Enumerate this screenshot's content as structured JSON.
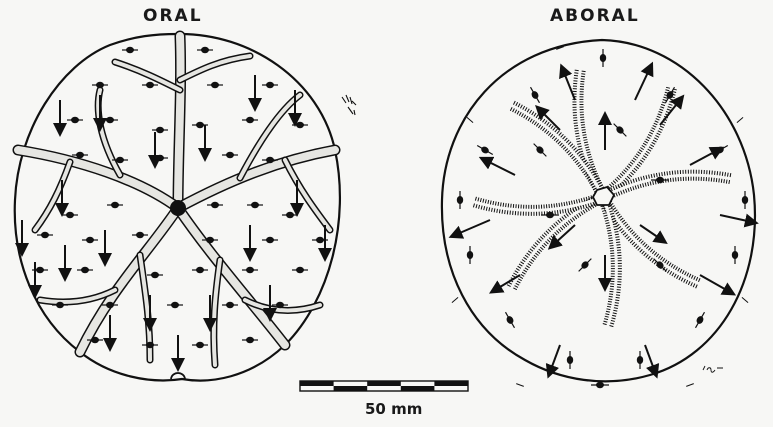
{
  "oral_view": {
    "title": "ORAL"
  },
  "aboral_view": {
    "title": "ABORAL"
  },
  "scale_bar": {
    "label": "50 mm",
    "segments": 5
  },
  "artist_mark": "R. Pu",
  "colors": {
    "ink": "#111111",
    "groove_fill": "#e6e6e2",
    "paper": "#f7f7f5"
  }
}
